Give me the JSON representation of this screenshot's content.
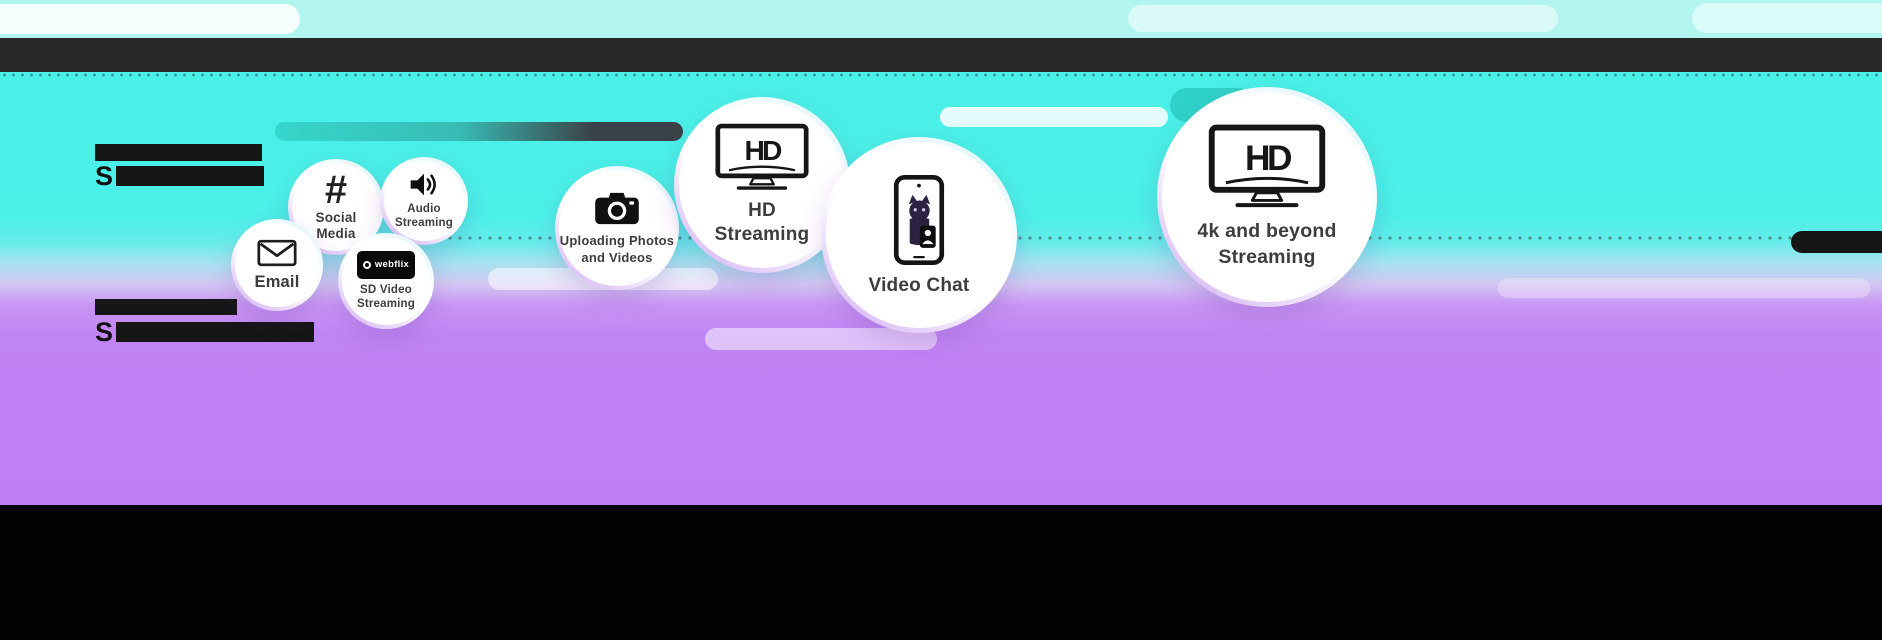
{
  "colors": {
    "cyan_background": "#4BF0E7",
    "purple_background": "#BF80F4",
    "top_strip": "#B2F5EF",
    "top_bar": "#282828",
    "bottom_bar": "#030303",
    "teal_pill": "#36D6CB",
    "label_text": "#3D3D3D"
  },
  "speed_sections": [
    {
      "visible_prefix": "S"
    },
    {
      "visible_prefix": "S"
    }
  ],
  "bubbles": [
    {
      "id": "email",
      "icon": "envelope-icon",
      "label_lines": [
        "Email"
      ]
    },
    {
      "id": "social-media",
      "icon": "hashtag-icon",
      "hashtag_glyph": "#",
      "label_lines": [
        "Social",
        "Media"
      ]
    },
    {
      "id": "audio-streaming",
      "icon": "speaker-icon",
      "label_lines": [
        "Audio",
        "Streaming"
      ]
    },
    {
      "id": "sd-video-streaming",
      "icon": "webflix-badge-icon",
      "badge_text": "webflix",
      "label_lines": [
        "SD Video",
        "Streaming"
      ]
    },
    {
      "id": "uploading-photos-and-videos",
      "icon": "camera-icon",
      "label_lines": [
        "Uploading Photos",
        "and Videos"
      ]
    },
    {
      "id": "hd-streaming",
      "icon": "hd-tv-icon",
      "tv_label": "HD",
      "label_lines": [
        "HD",
        "Streaming"
      ]
    },
    {
      "id": "video-chat",
      "icon": "video-chat-phone-icon",
      "label_lines": [
        "Video Chat"
      ]
    },
    {
      "id": "4k-streaming",
      "icon": "hd-tv-icon",
      "tv_label": "HD",
      "label_lines": [
        "4k and beyond",
        "Streaming"
      ]
    }
  ]
}
